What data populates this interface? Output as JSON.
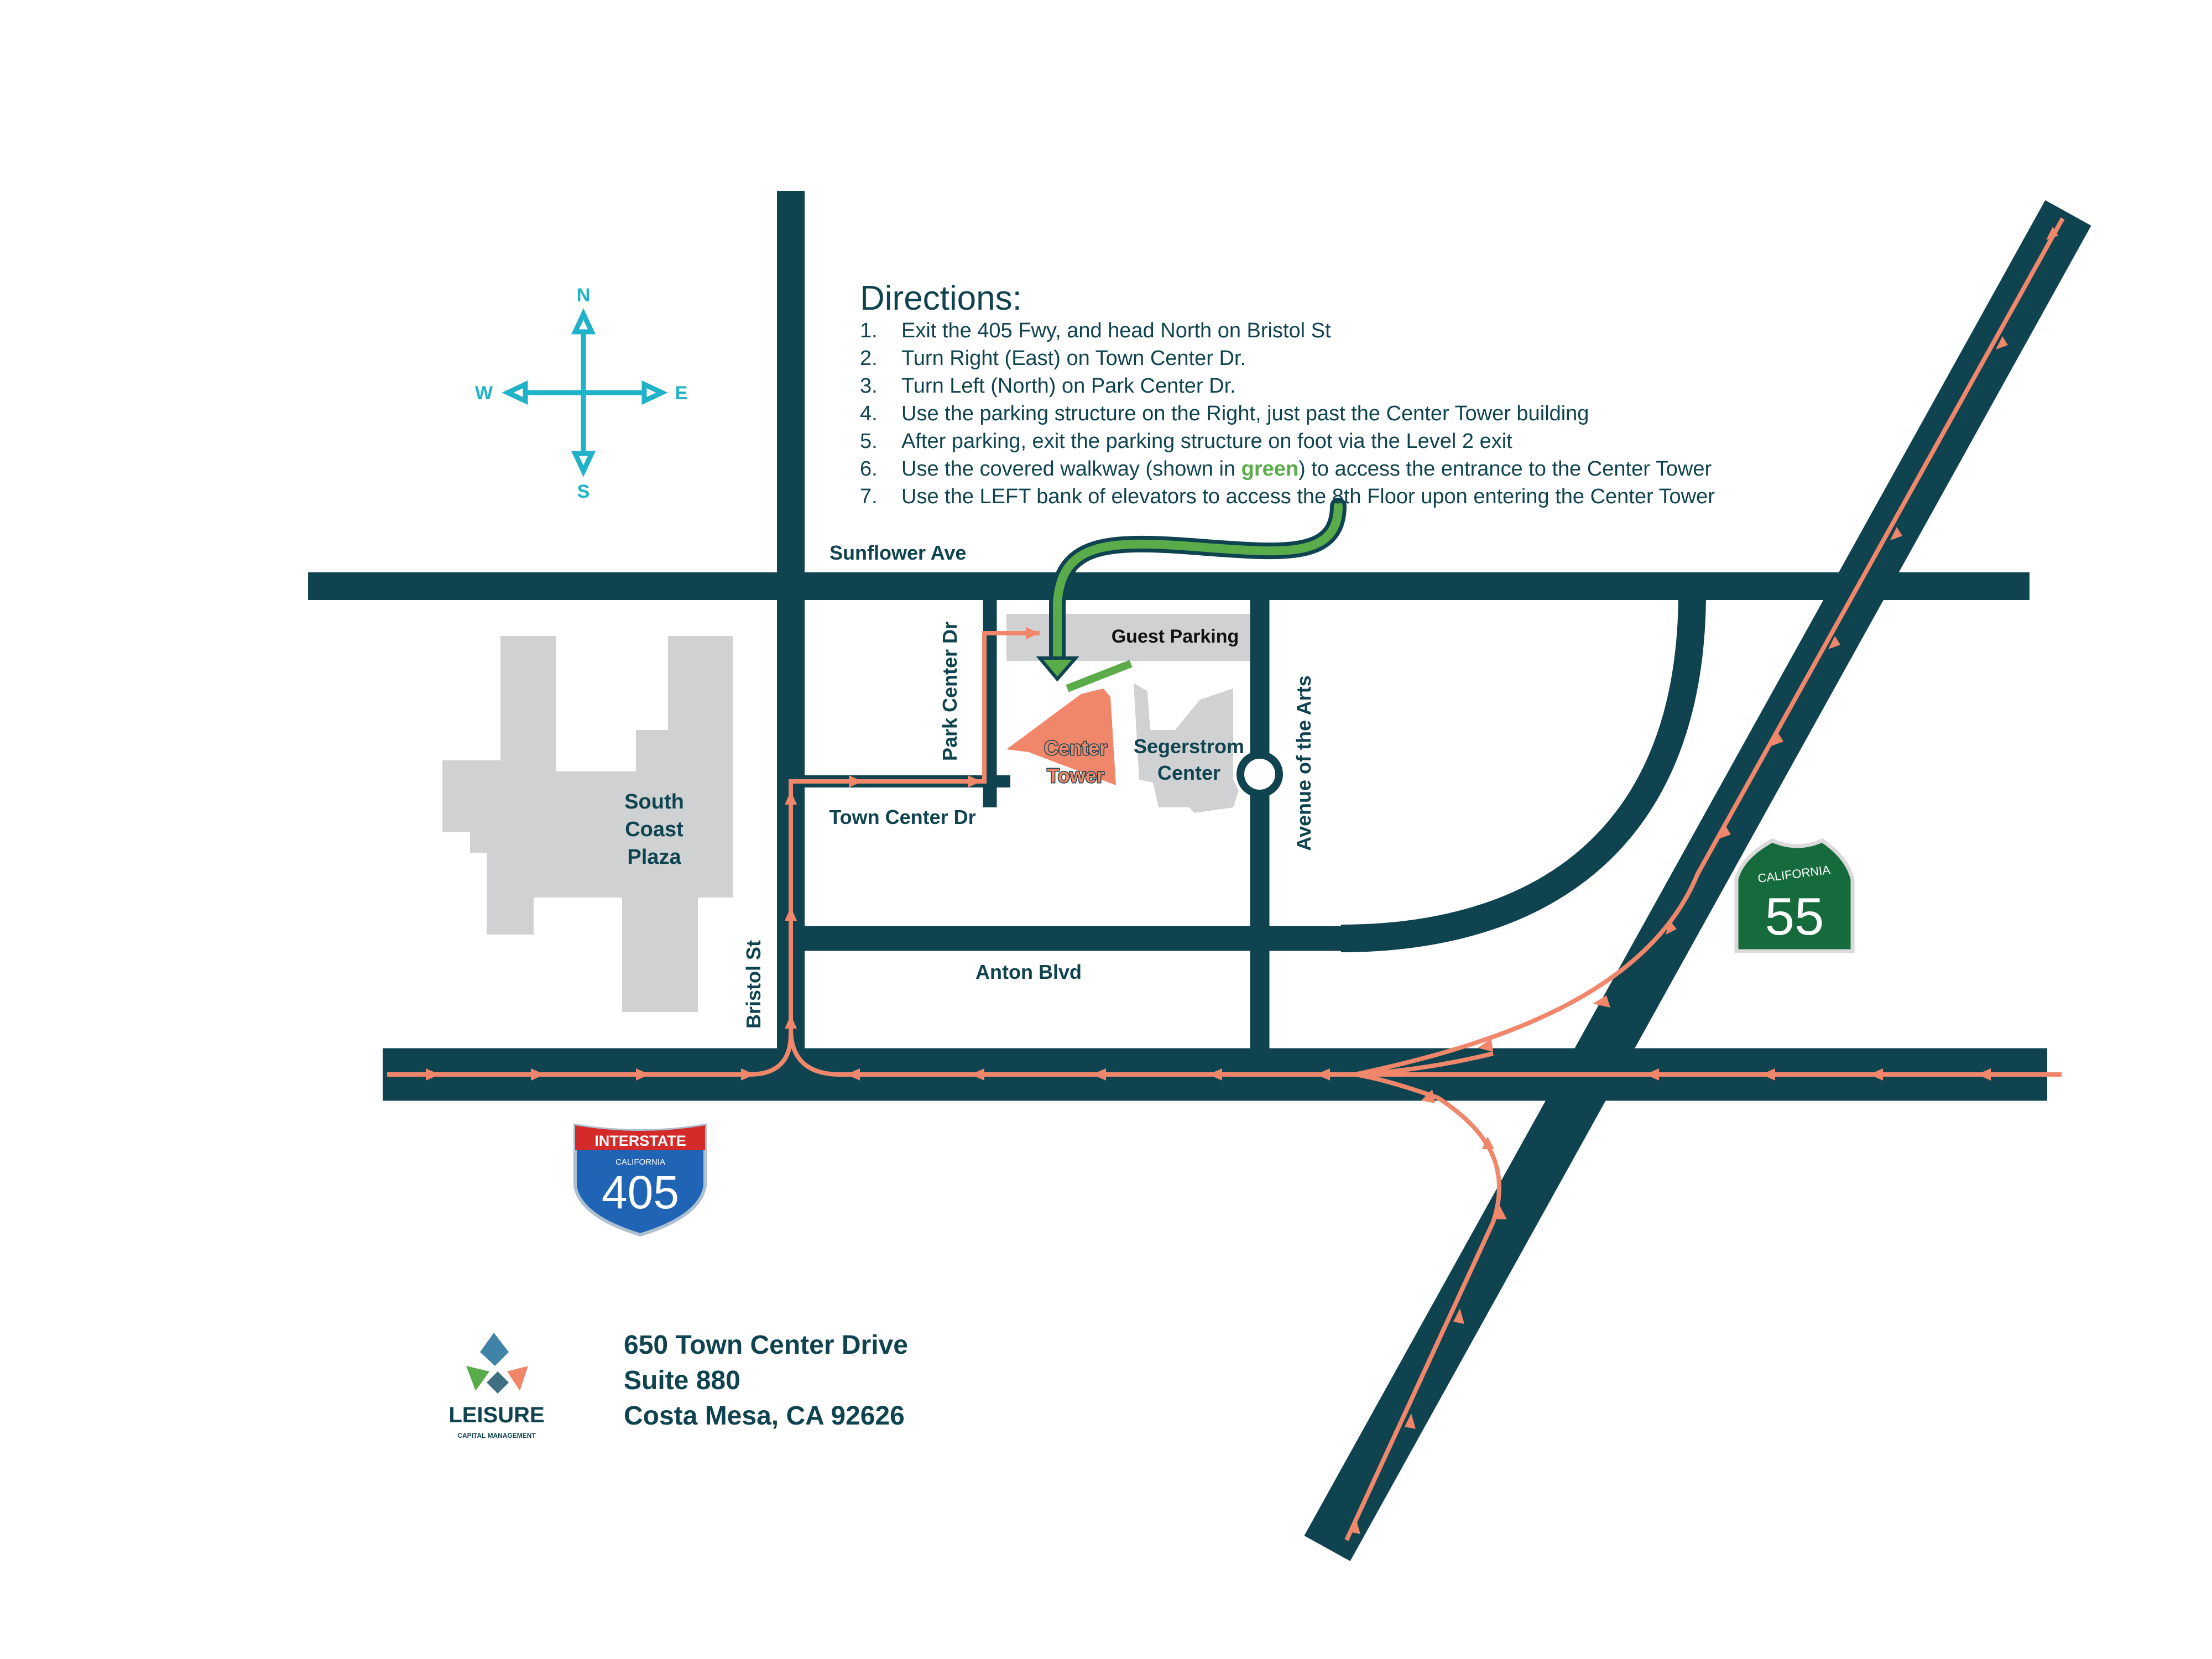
{
  "directions": {
    "title": "Directions:",
    "steps": [
      {
        "num": "1.",
        "text": "Exit the 405 Fwy, and head North on Bristol St"
      },
      {
        "num": "2.",
        "text": "Turn Right (East) on Town Center Dr."
      },
      {
        "num": "3.",
        "text": "Turn Left (North) on Park Center Dr."
      },
      {
        "num": "4.",
        "text": "Use the parking structure on the Right, just past the Center Tower building"
      },
      {
        "num": "5.",
        "text": "After parking, exit the parking structure on foot via the Level 2 exit"
      },
      {
        "num": "6.",
        "text_before": "Use the covered walkway (shown in ",
        "highlight": "green",
        "text_after": ") to access the entrance to the Center Tower"
      },
      {
        "num": "7.",
        "text": "Use the LEFT bank of elevators to access the 8th Floor upon entering the Center Tower"
      }
    ]
  },
  "compass": {
    "north": "N",
    "south": "S",
    "east": "E",
    "west": "W"
  },
  "streets": {
    "sunflower": "Sunflower Ave",
    "park_center": "Park Center Dr",
    "avenue_arts": "Avenue of the Arts",
    "town_center": "Town Center Dr",
    "anton": "Anton Blvd",
    "bristol": "Bristol St"
  },
  "places": {
    "guest_parking": "Guest Parking",
    "center_tower": [
      "Center",
      "Tower"
    ],
    "segerstrom": [
      "Segerstrom",
      "Center"
    ],
    "south_coast_plaza": [
      "South",
      "Coast",
      "Plaza"
    ]
  },
  "shields": {
    "interstate": {
      "banner": "INTERSTATE",
      "state": "CALIFORNIA",
      "number": "405"
    },
    "state_route": {
      "state": "CALIFORNIA",
      "number": "55"
    }
  },
  "logo": {
    "name": "LEISURE",
    "sub": "CAPITAL MANAGEMENT"
  },
  "address": [
    "650 Town Center Drive",
    "Suite 880",
    "Costa Mesa, CA 92626"
  ],
  "colors": {
    "road": "#0f4350",
    "route": "#f0866a",
    "walkway": "#5aab4a",
    "building": "#cfd1d2",
    "tower": "#f0866a",
    "compass": "#1fb2c8",
    "interstate_blue": "#1f64b5",
    "interstate_red": "#d42a2a",
    "state_green": "#166b3c"
  }
}
